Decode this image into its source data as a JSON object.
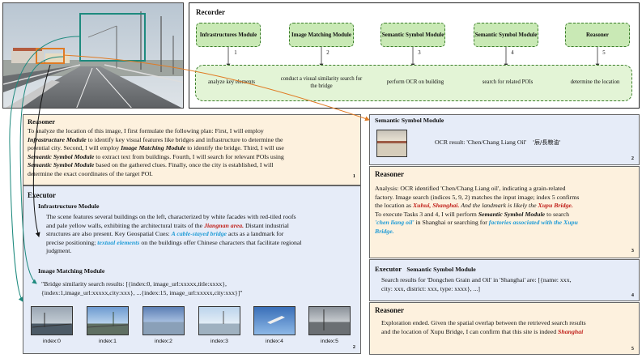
{
  "recorder": {
    "title": "Recorder",
    "modules": [
      {
        "label": "Infrastructures Module",
        "step": "1",
        "action": "analyze key elements"
      },
      {
        "label": "Image Matching Module",
        "step": "2",
        "action": "conduct a visual similarity search for the bridge"
      },
      {
        "label": "Semantic Symbol Module",
        "step": "3",
        "action": "perform OCR on building"
      },
      {
        "label": "Semantic Symbol Module",
        "step": "4",
        "action": "search for related POIs"
      },
      {
        "label": "Reasoner",
        "step": "5",
        "action": "determine the location"
      }
    ]
  },
  "reasoner1": {
    "title": "Reasoner",
    "t1": "To analyze the location of this image, I first formulate the following plan: First, I will employ",
    "t2a": "Infrastructure Module",
    "t2b": " to identify key visual features like bridges and infrastructure to determine the",
    "t3": "potential city. Second, I will employ ",
    "t3b": "Image Matching Module",
    "t3c": " to identify the bridge. Third, I will use",
    "t4a": "Semantic Symbol Module",
    "t4b": " to extract text from buildings. Fourth, I will search for relevant POIs using",
    "t5a": "Semantic Symbol Module",
    "t5b": " based on the gathered clues. Finally, once the city is established, I will",
    "t6": "determine the exact coordinates of the target POI.",
    "num": "1"
  },
  "executor": {
    "title": "Executor",
    "infra_title": "Infrastructure Module",
    "i1": "The scene features several buildings on the left, characterized by white facades with red-tiled roofs",
    "i2a": "and pale yellow walls, exhibiting the architectural traits of the ",
    "i2b": "Jiangnan area.",
    "i2c": " Distant industrial",
    "i3": "structures are also present. Key Geospatial Cues: ",
    "i3b": "A cable-stayed bridge",
    "i3c": " acts as a landmark for",
    "i4a": "precise positioning; ",
    "i4b": "textual elements",
    "i4c": " on the buildings offer Chinese characters that facilitate regional",
    "i5": "judgment.",
    "match_title": "Image Matching Module",
    "m1": "\"Bridge similarity search results: [{index:0, image_url:xxxxx,title:xxxx},",
    "m2": "{index:1,image_url:xxxxx,city:xxx}, ...{index:15, image_url:xxxxx,city:xxx}]\"",
    "thumbs": [
      "index:0",
      "index:1",
      "index:2",
      "index:3",
      "index:4",
      "index:5"
    ],
    "num": "2"
  },
  "semantic": {
    "title": "Semantic Symbol Module",
    "ocr": "OCR result: 'Chen/Chang Liang Oil'",
    "ocr_cn": "'辰/長粮油'",
    "num": "2"
  },
  "reasoner2": {
    "title": "Reasoner",
    "l1": "Analysis: OCR identified 'Chen/Chang Liang oil', indicating a grain-related",
    "l2": "factory. Image search (indices 5, 9, 2) matches the input image; index 5 confirms",
    "l3a": "the location as ",
    "l3b": "Xuhui, Shanghai.",
    "l3c": " And the landmark is likely the ",
    "l3d": "Xupu Bridge.",
    "l4a": "To execute Tasks 3 and 4, I will perform ",
    "l4b": "Semantic Symbol Module",
    "l4c": " to search",
    "l5a": "'chen liang oil'",
    "l5b": " in Shanghai or searching for ",
    "l5c": "factories associated with the Xupu",
    "l6": "Bridge.",
    "num": "3"
  },
  "executor2": {
    "title": "Executor",
    "module": "Semantic Symbol Module",
    "l1": "Search results for 'Dongchen Grain and Oil' in 'Shanghai' are: [{name: xxx,",
    "l2": "city: xxx, district: xxx, type: xxxx}, ...]",
    "num": "4"
  },
  "reasoner3": {
    "title": "Reasoner",
    "l1": "Exploration ended. Given the spatial overlap between the retrieved search results",
    "l2a": "and the location of Xupu Bridge, I can confirm that this site is indeed ",
    "l2b": "Shanghai",
    "num": "5"
  },
  "colors": {
    "reasoner_bg": "#fdf1de",
    "executor_bg": "#e6ecf8",
    "module_green": "#c9e9b5",
    "accent_teal": "#1e8a7e",
    "accent_orange": "#e07b24"
  }
}
